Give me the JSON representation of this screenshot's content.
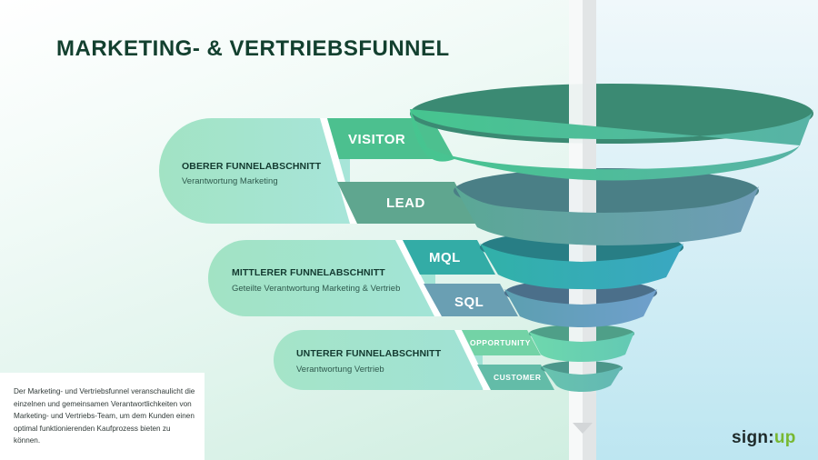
{
  "title": "MARKETING- & VERTRIEBSFUNNEL",
  "sections": [
    {
      "title": "OBERER FUNNELABSCHNITT",
      "subtitle": "Verantwortung Marketing"
    },
    {
      "title": "MITTLERER FUNNELABSCHNITT",
      "subtitle": "Geteilte Verantwortung Marketing & Vertrieb"
    },
    {
      "title": "UNTERER FUNNELABSCHNITT",
      "subtitle": "Verantwortung Vertrieb"
    }
  ],
  "stages": [
    {
      "label": "VISITOR",
      "color": "#4cc08f",
      "dark": "#3a8a73"
    },
    {
      "label": "LEAD",
      "color": "#5fa895",
      "dark": "#4a7d86"
    },
    {
      "label": "MQL",
      "color": "#33aeae",
      "dark": "#2a7d84"
    },
    {
      "label": "SQL",
      "color": "#6ea3bd",
      "dark": "#4d7290"
    },
    {
      "label": "OPPORTUNITY",
      "color": "#6fd5ad",
      "dark": "#4fa08a"
    },
    {
      "label": "CUSTOMER",
      "color": "#68c0b0",
      "dark": "#4c988c"
    }
  ],
  "description": "Der Marketing- und Vertriebsfunnel veranschaulicht die einzelnen und gemeinsamen Verantwortlichkeiten von Marketing- und Vertriebs-Team, um dem Kunden einen optimal funktionierenden Kaufprozess bieten zu können.",
  "logo": {
    "part1": "sign",
    "separator": ":",
    "part2": "up",
    "accent": "#78b832"
  }
}
